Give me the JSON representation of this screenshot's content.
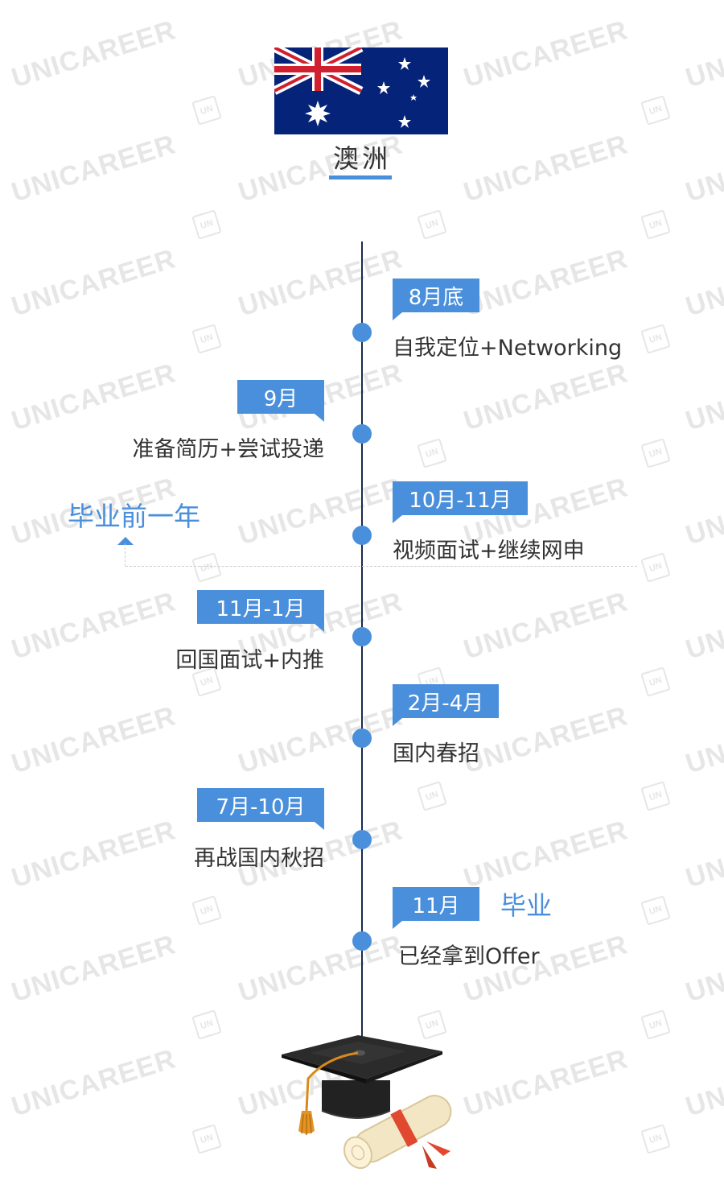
{
  "header": {
    "flag_icon": "australia-flag-icon",
    "region": "澳洲"
  },
  "colors": {
    "accent": "#4a8fdb",
    "axis": "#1c2a4d",
    "text": "#333333"
  },
  "side_label": "毕业前一年",
  "milestones": [
    {
      "time": "8月底",
      "text": "自我定位+Networking",
      "side": "right"
    },
    {
      "time": "9月",
      "text": "准备简历+尝试投递",
      "side": "left"
    },
    {
      "time": "10月-11月",
      "text": "视频面试+继续网申",
      "side": "right"
    },
    {
      "time": "11月-1月",
      "text": "回国面试+内推",
      "side": "left"
    },
    {
      "time": "2月-4月",
      "text": "国内春招",
      "side": "right"
    },
    {
      "time": "7月-10月",
      "text": "再战国内秋招",
      "side": "left"
    },
    {
      "time": "11月",
      "text": "已经拿到Offer",
      "side": "right",
      "note": "毕业"
    }
  ],
  "watermark": {
    "text": "UNICAREER",
    "badge": "UN"
  },
  "footer_icon": "graduation-cap-diploma-icon"
}
